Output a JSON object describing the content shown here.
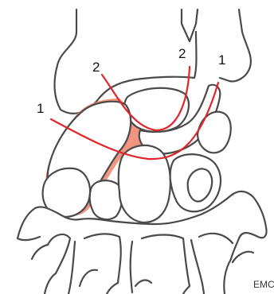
{
  "diagram": {
    "labels": [
      {
        "id": "arc1-left",
        "text": "1"
      },
      {
        "id": "arc1-right",
        "text": "1"
      },
      {
        "id": "arc2-left",
        "text": "2"
      },
      {
        "id": "arc2-right",
        "text": "2"
      }
    ],
    "watermark": "EMC",
    "colors": {
      "arc": "#e0252b",
      "highlight": "#ef8a72",
      "outline": "#4a4a4a"
    }
  }
}
